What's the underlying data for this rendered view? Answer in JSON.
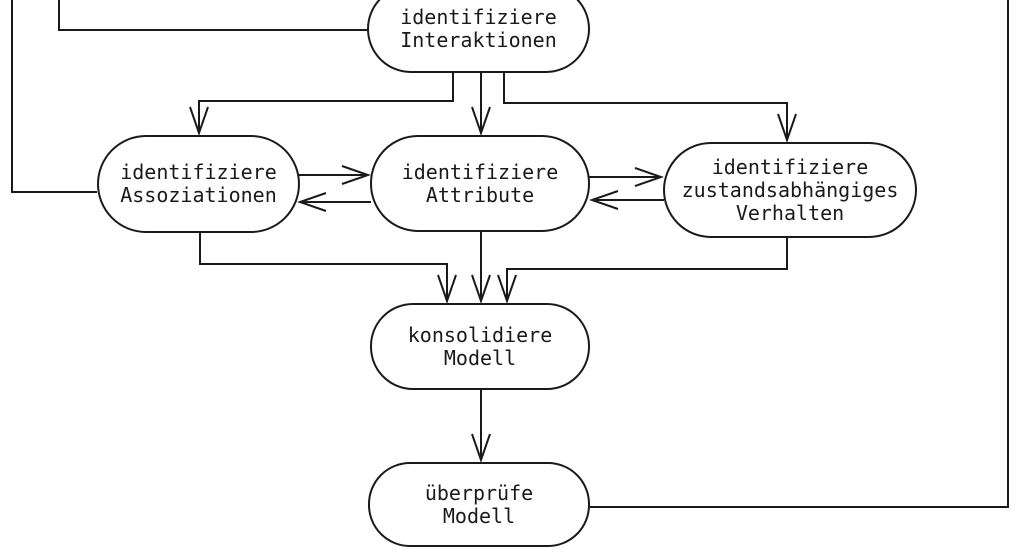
{
  "diagram": {
    "type": "flowchart",
    "language": "de",
    "colors": {
      "background": "#ffffff",
      "line": "#1a1a1a",
      "text": "#1a1a1a",
      "node_fill": "#ffffff"
    },
    "nodes": {
      "interaktionen": {
        "lines": [
          "identifiziere",
          "Interaktionen"
        ]
      },
      "assoziationen": {
        "lines": [
          "identifiziere",
          "Assoziationen"
        ]
      },
      "attribute": {
        "lines": [
          "identifiziere",
          "Attribute"
        ]
      },
      "verhalten": {
        "lines": [
          "identifiziere",
          "zustandsabhängiges",
          "Verhalten"
        ]
      },
      "konsolidiere": {
        "lines": [
          "konsolidiere",
          "Modell"
        ]
      },
      "ueberpruefe": {
        "lines": [
          "überprüfe",
          "Modell"
        ]
      }
    },
    "edges": [
      {
        "from": "offscreen-top-left",
        "to": "identifiziere Assoziationen",
        "arrowhead": false
      },
      {
        "from": "offscreen-top-left",
        "to": "identifiziere Interaktionen",
        "arrowhead": false
      },
      {
        "from": "identifiziere Interaktionen",
        "to": "identifiziere Assoziationen",
        "arrowhead": true
      },
      {
        "from": "identifiziere Interaktionen",
        "to": "identifiziere Attribute",
        "arrowhead": true
      },
      {
        "from": "identifiziere Interaktionen",
        "to": "identifiziere zustandsabhängiges Verhalten",
        "arrowhead": true
      },
      {
        "from": "identifiziere Assoziationen",
        "to": "identifiziere Attribute",
        "arrowhead": true
      },
      {
        "from": "identifiziere Attribute",
        "to": "identifiziere Assoziationen",
        "arrowhead": true
      },
      {
        "from": "identifiziere Attribute",
        "to": "identifiziere zustandsabhängiges Verhalten",
        "arrowhead": true
      },
      {
        "from": "identifiziere zustandsabhängiges Verhalten",
        "to": "identifiziere Attribute",
        "arrowhead": true
      },
      {
        "from": "identifiziere Assoziationen",
        "to": "konsolidiere Modell",
        "arrowhead": true
      },
      {
        "from": "identifiziere Attribute",
        "to": "konsolidiere Modell",
        "arrowhead": true
      },
      {
        "from": "identifiziere zustandsabhängiges Verhalten",
        "to": "konsolidiere Modell",
        "arrowhead": true
      },
      {
        "from": "konsolidiere Modell",
        "to": "überprüfe Modell",
        "arrowhead": true
      },
      {
        "from": "überprüfe Modell",
        "to": "offscreen-top-right",
        "arrowhead": false
      }
    ]
  }
}
